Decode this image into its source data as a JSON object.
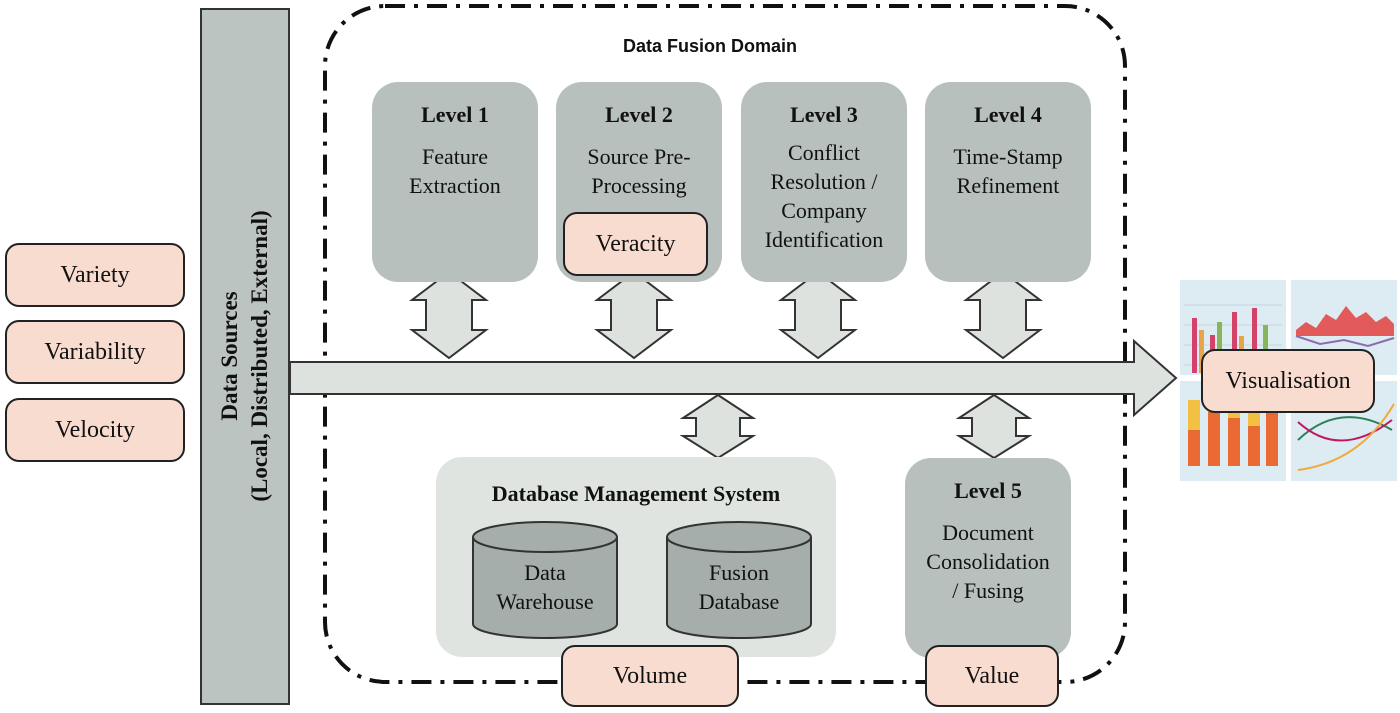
{
  "characteristics": [
    "Variety",
    "Variability",
    "Velocity"
  ],
  "data_sources": {
    "line1": "Data Sources",
    "line2": "(Local, Distributed, External)"
  },
  "fusion_domain_title": "Data Fusion Domain",
  "levels": [
    {
      "title": "Level 1",
      "desc_lines": [
        "Feature",
        "Extraction"
      ]
    },
    {
      "title": "Level 2",
      "desc_lines": [
        "Source Pre-",
        "Processing"
      ]
    },
    {
      "title": "Level 3",
      "desc_lines": [
        "Conflict",
        "Resolution /",
        "Company",
        "Identification"
      ]
    },
    {
      "title": "Level 4",
      "desc_lines": [
        "Time-Stamp",
        "Refinement"
      ]
    }
  ],
  "level5": {
    "title": "Level 5",
    "desc_lines": [
      "Document",
      "Consolidation",
      "/ Fusing"
    ]
  },
  "veracity": "Veracity",
  "dbms": {
    "title": "Database Management System",
    "stores": [
      {
        "lines": [
          "Data",
          "Warehouse"
        ]
      },
      {
        "lines": [
          "Fusion",
          "Database"
        ]
      }
    ]
  },
  "volume": "Volume",
  "value": "Value",
  "visualisation": "Visualisation",
  "colors": {
    "pink": "#f9dcd0",
    "level_gray": "#b8c0bd",
    "dbms_bg": "#dfe4e1",
    "cylinder": "#a5aeab",
    "arrow": "#dde2df"
  }
}
